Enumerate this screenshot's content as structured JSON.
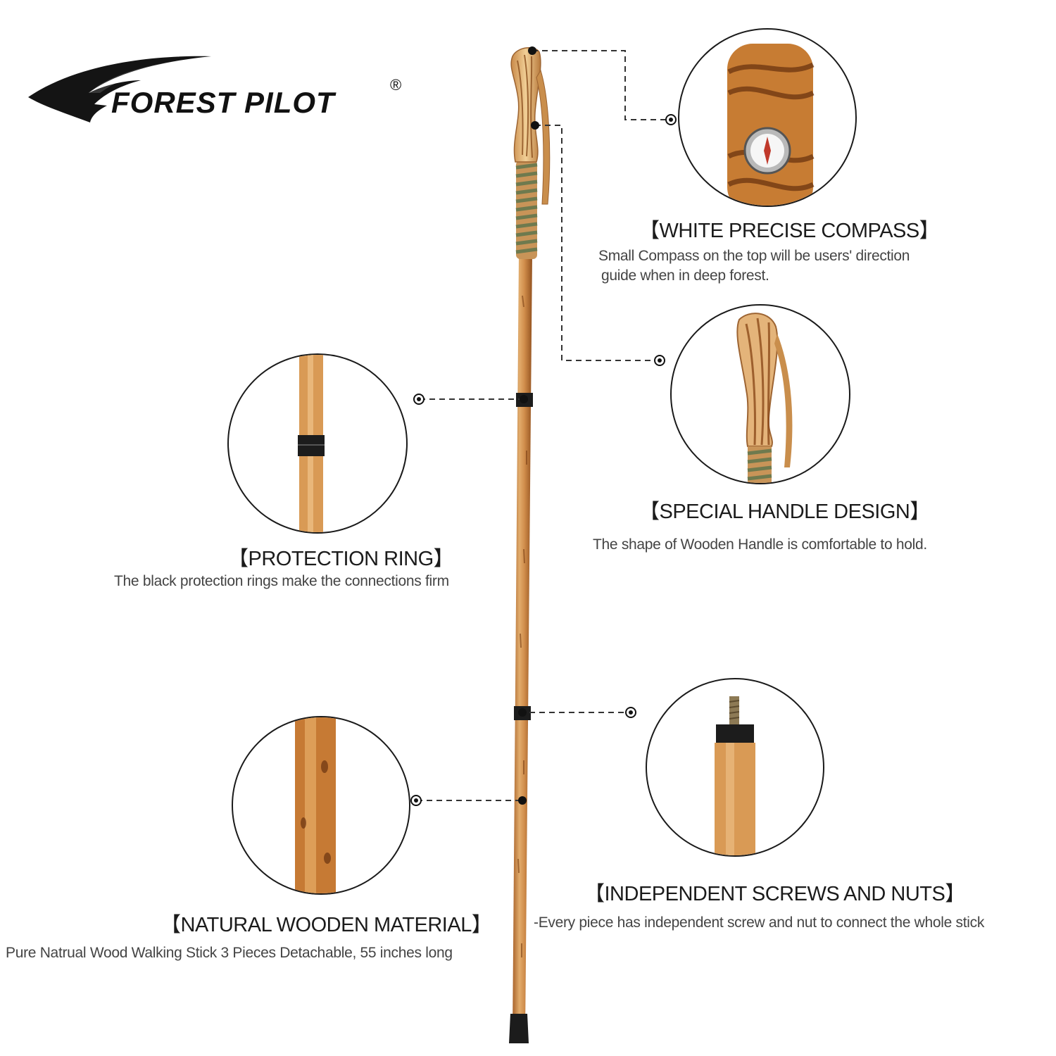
{
  "brand": {
    "name": "FOREST PILOT",
    "registered_mark": "®"
  },
  "features": {
    "compass": {
      "title": "【WHITE PRECISE COMPASS】",
      "desc_line1": "Small Compass on the top will be users' direction",
      "desc_line2": "guide when in deep forest."
    },
    "handle": {
      "title": "【SPECIAL HANDLE DESIGN】",
      "desc": "The shape of Wooden Handle is comfortable to hold."
    },
    "ring": {
      "title": "【PROTECTION RING】",
      "desc": "The black protection rings make the connections firm"
    },
    "screws": {
      "title": "【INDEPENDENT SCREWS AND NUTS】",
      "desc": "-Every piece has independent screw and nut to connect the whole stick"
    },
    "material": {
      "title": "【NATURAL WOODEN MATERIAL】",
      "desc": "Pure Natrual Wood Walking Stick 3 Pieces Detachable, 55 inches long"
    }
  },
  "colors": {
    "wood_light": "#e0a766",
    "wood_mid": "#c98543",
    "wood_dark": "#8a4a1c",
    "ring": "#1c1c1c",
    "grip_wrap": "#7f8a5c"
  }
}
